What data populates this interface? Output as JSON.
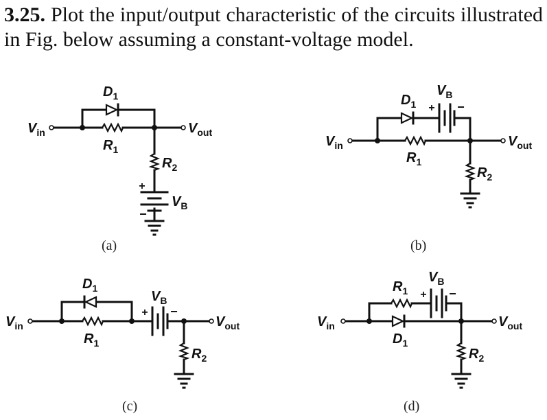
{
  "problem": {
    "number": "3.25.",
    "text": "Plot the input/output characteristic of the circuits illustrated in Fig. below assuming a constant-voltage model."
  },
  "labels": {
    "vin": "V",
    "vin_sub": "in",
    "vout": "V",
    "vout_sub": "out",
    "d1": "D",
    "d1_sub": "1",
    "r1": "R",
    "r1_sub": "1",
    "r2": "R",
    "r2_sub": "2",
    "vb": "V",
    "vb_sub": "B",
    "plus": "+",
    "minus": "−"
  },
  "captions": [
    "(a)",
    "(b)",
    "(c)",
    "(d)"
  ]
}
